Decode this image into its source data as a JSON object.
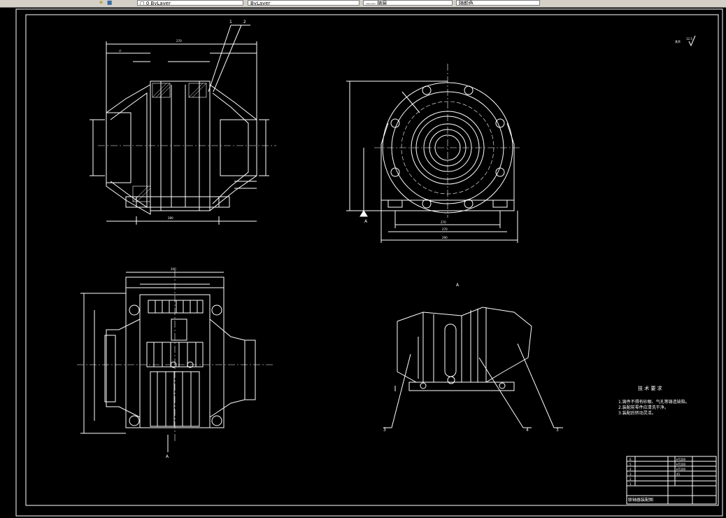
{
  "toolbar": {
    "fields": [
      {
        "name": "layer-combo",
        "text": "□ 0 ByLayer"
      },
      {
        "name": "linetype-combo",
        "text": "ByLayer"
      },
      {
        "name": "lineweight-combo",
        "text": "—— 随层"
      },
      {
        "name": "plotstyle-combo",
        "text": "随颜色"
      }
    ]
  },
  "drawing": {
    "leader_labels": {
      "top_1": "1",
      "top_2": "2",
      "bottom_left_3": "3",
      "bottom_mid_4": "4",
      "bottom_right_3": "3"
    },
    "view_marks": {
      "view_a_top": "A",
      "view_a_arrow": "A"
    },
    "roughness_mark": "12.5",
    "roughness_prefix": "其余",
    "datum": "A",
    "tech_req": {
      "heading": "技 术 要 求",
      "lines": [
        "1.铸件不得有砂眼、气孔等铸造缺陷。",
        "2.装配前零件应清洗干净。",
        "3.装配后转动灵活。"
      ]
    },
    "title_block": {
      "rows": [
        {
          "no": "6",
          "name": "",
          "material": "HT200",
          "std": ""
        },
        {
          "no": "5",
          "name": "",
          "material": "HT200",
          "std": ""
        },
        {
          "no": "4",
          "name": "",
          "material": "HT200",
          "std": ""
        },
        {
          "no": "3",
          "name": "",
          "material": "45",
          "std": ""
        },
        {
          "no": "2",
          "name": "",
          "material": "",
          "std": ""
        },
        {
          "no": "1",
          "name": "",
          "material": "",
          "std": ""
        }
      ],
      "drawing_title": "联轴器装配图"
    }
  }
}
